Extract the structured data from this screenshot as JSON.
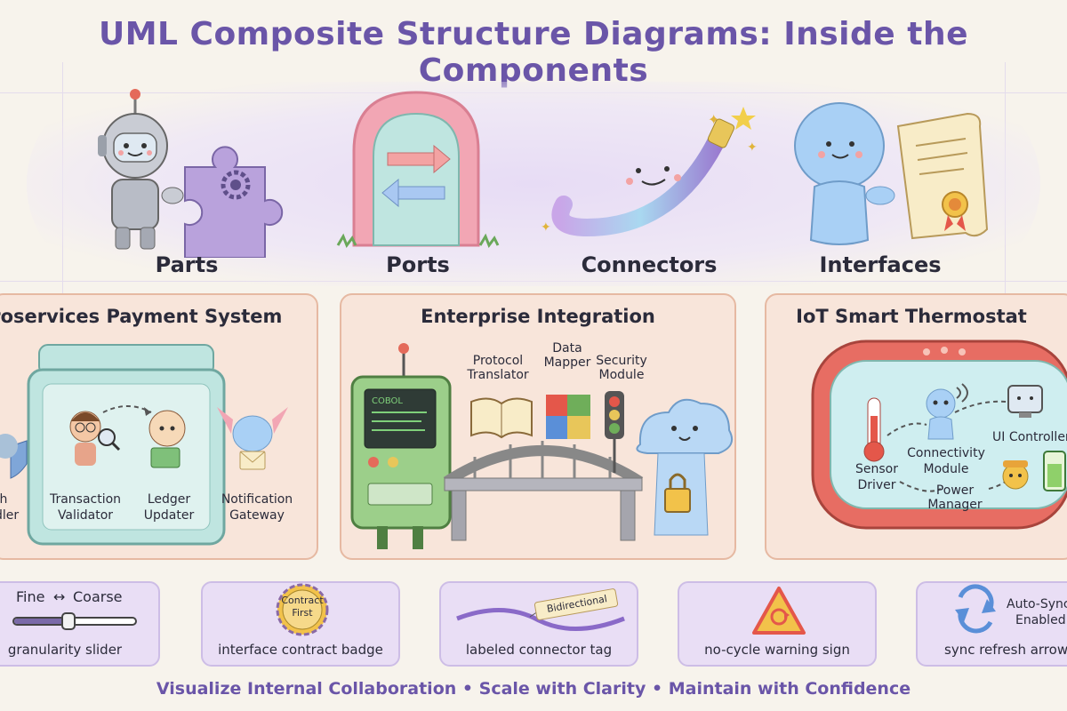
{
  "title": "UML Composite Structure Diagrams: Inside the Components",
  "concepts": [
    {
      "label": "Parts",
      "icon": "robot-holding-puzzle-icon"
    },
    {
      "label": "Ports",
      "icon": "doorway-with-arrows-icon"
    },
    {
      "label": "Connectors",
      "icon": "smiling-cable-icon"
    },
    {
      "label": "Interfaces",
      "icon": "character-with-contract-scroll-icon"
    }
  ],
  "panels": {
    "payment": {
      "title": "icroservices Payment System",
      "labels": {
        "auth_line1": "th",
        "auth_line2": "dler",
        "validator_line1": "Transaction",
        "validator_line2": "Validator",
        "ledger_line1": "Ledger",
        "ledger_line2": "Updater",
        "notification_line1": "Notification",
        "notification_line2": "Gateway"
      }
    },
    "enterprise": {
      "title": "Enterprise Integration",
      "labels": {
        "protocol_line1": "Protocol",
        "protocol_line2": "Translator",
        "mapper_line1": "Data",
        "mapper_line2": "Mapper",
        "security_line1": "Security",
        "security_line2": "Module",
        "cobol": "COBOL"
      }
    },
    "iot": {
      "title": "IoT Smart Thermostat",
      "labels": {
        "sensor_line1": "Sensor",
        "sensor_line2": "Driver",
        "connectivity_line1": "Connectivity",
        "connectivity_line2": "Module",
        "power_line1": "Power",
        "power_line2": "Manager",
        "ui": "UI Controller"
      }
    }
  },
  "cards": {
    "granularity": {
      "caption": "granularity slider",
      "fine": "Fine",
      "arrow": "↔",
      "coarse": "Coarse",
      "level": 0.45
    },
    "contract": {
      "caption": "interface contract badge",
      "badge_line1": "Contract",
      "badge_line2": "First"
    },
    "connector": {
      "caption": "labeled connector tag",
      "tag": "Bidirectional"
    },
    "warning": {
      "caption": "no-cycle warning sign"
    },
    "sync": {
      "caption": "sync refresh arrow",
      "status_line1": "Auto-Sync",
      "status_line2": "Enabled"
    }
  },
  "footer": "Visualize Internal Collaboration • Scale with Clarity • Maintain with Confidence",
  "colors": {
    "title": "#6a55a8",
    "panel_bg": "#f8e5da",
    "panel_border": "#e6b9a2",
    "card_bg": "#e9def5",
    "card_border": "#cdbde6",
    "accent_teal": "#bfe5e0",
    "accent_pink": "#f2a6b4",
    "thermostat_frame": "#e76d63"
  }
}
